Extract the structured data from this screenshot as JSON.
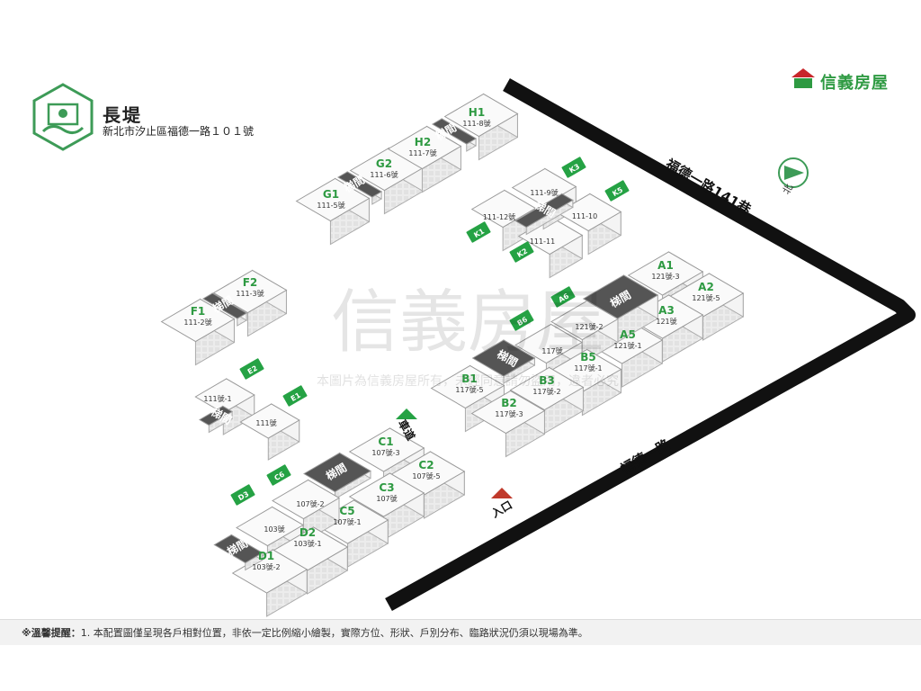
{
  "header": {
    "project_name": "長堤",
    "address": "新北市汐止區福德一路１０１號"
  },
  "brand": {
    "name": "信義房屋"
  },
  "watermark": {
    "large": "信義房屋",
    "disclaimer": "本圖片為信義房屋所有，未經同意請勿盜用，違者必究"
  },
  "compass": {
    "label": "北"
  },
  "roads": [
    {
      "id": "road-lane-141",
      "label": "福德一路141巷"
    },
    {
      "id": "road-fude-1",
      "label": "福德一路"
    }
  ],
  "site_markers": [
    {
      "id": "driveway",
      "label": "車道"
    },
    {
      "id": "entrance",
      "label": "入口"
    }
  ],
  "stairs_label": "梯間",
  "units": [
    {
      "id": "H1",
      "name": "H1",
      "number": "111-8號"
    },
    {
      "id": "H2",
      "name": "H2",
      "number": "111-7號"
    },
    {
      "id": "G2",
      "name": "G2",
      "number": "111-6號"
    },
    {
      "id": "G1",
      "name": "G1",
      "number": "111-5號"
    },
    {
      "id": "F2",
      "name": "F2",
      "number": "111-3號"
    },
    {
      "id": "F1",
      "name": "F1",
      "number": "111-2號"
    },
    {
      "id": "E-1",
      "name": "",
      "number": "111號-1"
    },
    {
      "id": "E",
      "name": "",
      "number": "111號"
    },
    {
      "id": "K-9",
      "name": "",
      "number": "111-9號"
    },
    {
      "id": "K-12",
      "name": "",
      "number": "111-12號"
    },
    {
      "id": "K-10",
      "name": "",
      "number": "111-10"
    },
    {
      "id": "K-11",
      "name": "",
      "number": "111-11"
    },
    {
      "id": "A1",
      "name": "A1",
      "number": "121號-3"
    },
    {
      "id": "A2",
      "name": "A2",
      "number": "121號-5"
    },
    {
      "id": "A3",
      "name": "A3",
      "number": "121號"
    },
    {
      "id": "A5",
      "name": "A5",
      "number": "121號-1"
    },
    {
      "id": "A-2",
      "name": "",
      "number": "121號-2"
    },
    {
      "id": "B-117",
      "name": "",
      "number": "117號"
    },
    {
      "id": "B5",
      "name": "B5",
      "number": "117號-1"
    },
    {
      "id": "B1",
      "name": "B1",
      "number": "117號-5"
    },
    {
      "id": "B3",
      "name": "B3",
      "number": "117號-2"
    },
    {
      "id": "B2",
      "name": "B2",
      "number": "117號-3"
    },
    {
      "id": "C1",
      "name": "C1",
      "number": "107號-3"
    },
    {
      "id": "C2",
      "name": "C2",
      "number": "107號-5"
    },
    {
      "id": "C3",
      "name": "C3",
      "number": "107號"
    },
    {
      "id": "C5",
      "name": "C5",
      "number": "107號-1"
    },
    {
      "id": "C-2",
      "name": "",
      "number": "107號-2"
    },
    {
      "id": "D-103",
      "name": "",
      "number": "103號"
    },
    {
      "id": "D2",
      "name": "D2",
      "number": "103號-1"
    },
    {
      "id": "D1",
      "name": "D1",
      "number": "103號-2"
    }
  ],
  "tags": [
    {
      "id": "K3",
      "label": "K3"
    },
    {
      "id": "K5",
      "label": "K5"
    },
    {
      "id": "K1",
      "label": "K1"
    },
    {
      "id": "K2",
      "label": "K2"
    },
    {
      "id": "A6",
      "label": "A6"
    },
    {
      "id": "B6",
      "label": "B6"
    },
    {
      "id": "E2",
      "label": "E2"
    },
    {
      "id": "E1",
      "label": "E1"
    },
    {
      "id": "C6",
      "label": "C6"
    },
    {
      "id": "D3",
      "label": "D3"
    }
  ],
  "footer": {
    "prefix": "※溫馨提醒：",
    "note": "1. 本配置圖僅呈現各戶相對位置，非依一定比例縮小繪製，實際方位、形狀、戶別分布、臨路狀況仍須以現場為準。"
  },
  "colors": {
    "brand_green": "#2e9a42",
    "tag_green": "#25a244",
    "stair_dark": "#555555",
    "road": "#111111",
    "entrance_red": "#c0392b"
  }
}
